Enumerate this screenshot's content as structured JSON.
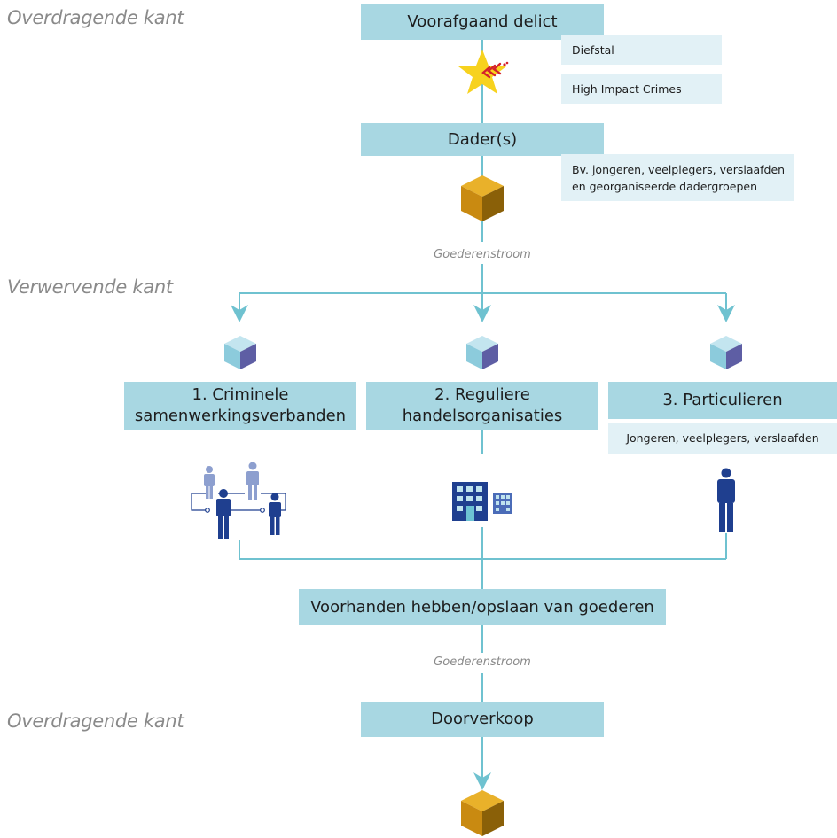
{
  "side_labels": {
    "top": "Overdragende kant",
    "middle": "Verwervende kant",
    "bottom": "Overdragende kant"
  },
  "boxes": {
    "delict": "Voorafgaand delict",
    "daders": "Dader(s)",
    "criminele_line1": "1. Criminele",
    "criminele_line2": "samenwerkingsverbanden",
    "reguliere_line1": "2. Reguliere",
    "reguliere_line2": "handelsorganisaties",
    "particulieren": "3. Particulieren",
    "voorhanden": "Voorhanden hebben/opslaan van goederen",
    "doorverkoop": "Doorverkoop"
  },
  "notes": {
    "diefstal": "Diefstal",
    "hic": "High Impact Crimes",
    "daders_line1": "Bv. jongeren, veelplegers, verslaafden",
    "daders_line2": "en georganiseerde dadergroepen",
    "particulieren_sub": "Jongeren, veelplegers, verslaafden"
  },
  "flow_labels": {
    "first": "Goederenstroom",
    "second": "Goederenstroom"
  },
  "icons": {
    "crime": "crime-star-icon",
    "goods_gold": "gold-box-icon",
    "goods_blue": "blue-box-icon",
    "network": "people-network-icon",
    "building": "office-building-icon",
    "person": "person-icon"
  },
  "colors": {
    "box": "#a8d7e2",
    "note": "#e2f1f6",
    "line": "#6fc2d0",
    "side_text": "#8a8a8a",
    "people": "#1f3f8f"
  }
}
